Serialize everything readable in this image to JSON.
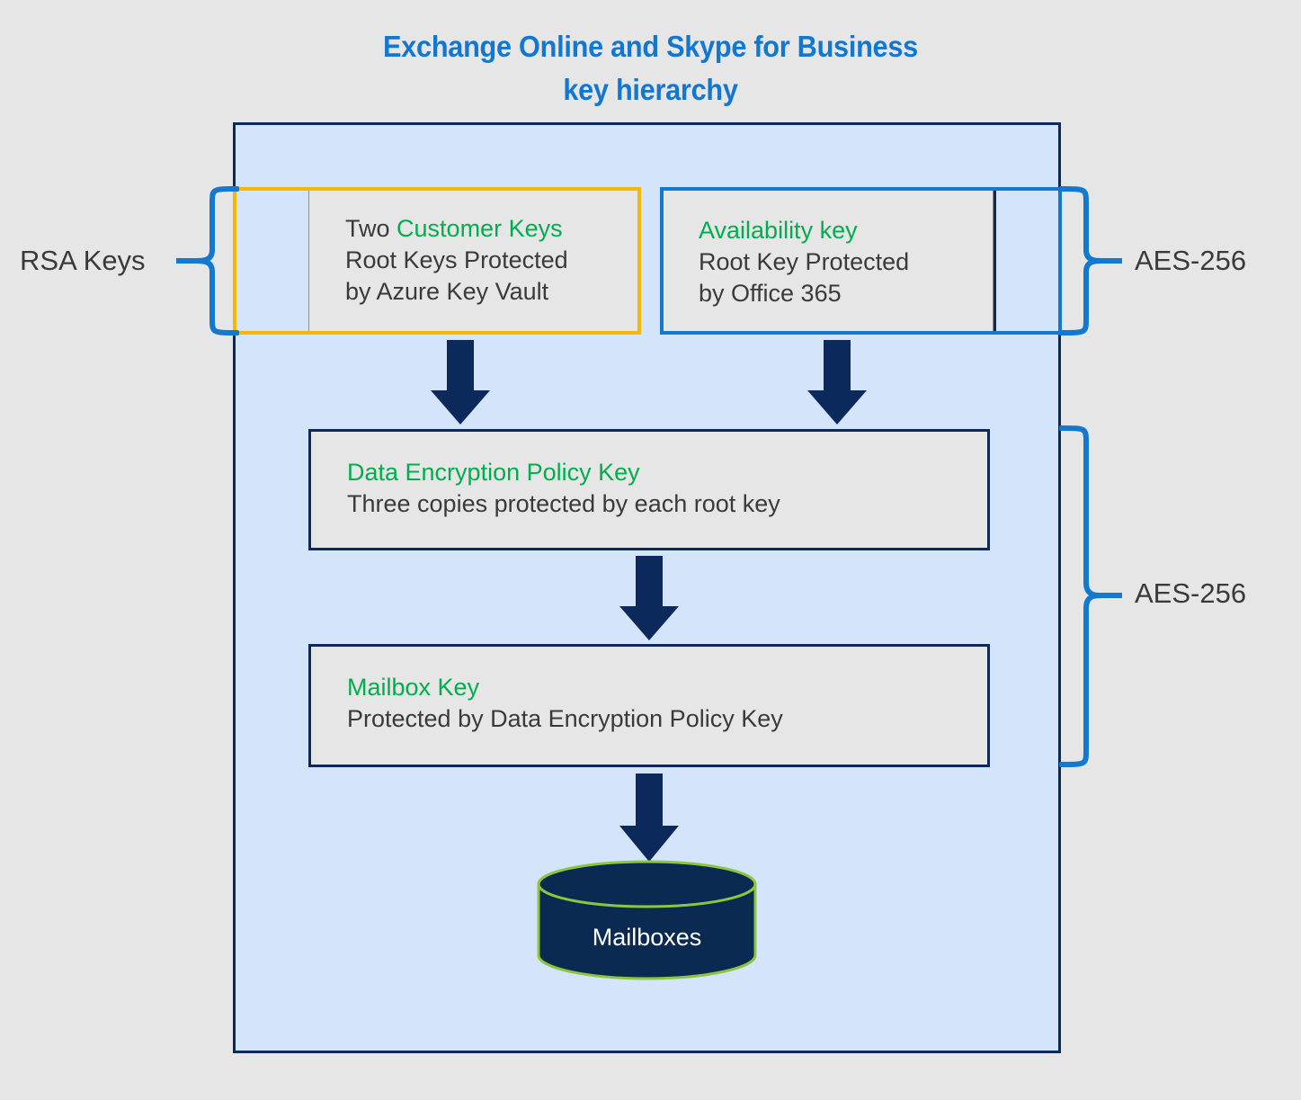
{
  "title": {
    "line1": "Exchange Online and Skype for Business",
    "line2": "key hierarchy"
  },
  "colors": {
    "background": "#e6e6e6",
    "container_fill": "#d4e4fb",
    "container_border": "#0b2a5b",
    "title_blue": "#1177d1",
    "accent_green": "#00ae4d",
    "customer_key_outline": "#f5b800",
    "availability_key_outline": "#1279cf",
    "brace_blue": "#1279cf",
    "box_fill": "#e6e6e6",
    "arrow_navy": "#0b2a5b",
    "cylinder_fill": "#0b2a52",
    "cylinder_outline": "#8cc63f"
  },
  "boxes": {
    "customer_keys": {
      "heading": "Customer Keys",
      "prefix": "Two ",
      "line2": "Root Keys Protected",
      "line3": "by Azure Key Vault"
    },
    "availability_key": {
      "heading": "Availability key",
      "line2": "Root Key Protected",
      "line3": "by Office 365"
    },
    "data_encryption_policy_key": {
      "heading": "Data Encryption Policy Key",
      "line2": "Three copies protected by each root key"
    },
    "mailbox_key": {
      "heading": "Mailbox Key",
      "line2": "Protected by Data Encryption Policy Key"
    }
  },
  "datastore": {
    "label": "Mailboxes"
  },
  "braces": {
    "left_rsa": "RSA Keys",
    "right_aes_top": "AES-256",
    "right_aes_bottom": "AES-256"
  }
}
